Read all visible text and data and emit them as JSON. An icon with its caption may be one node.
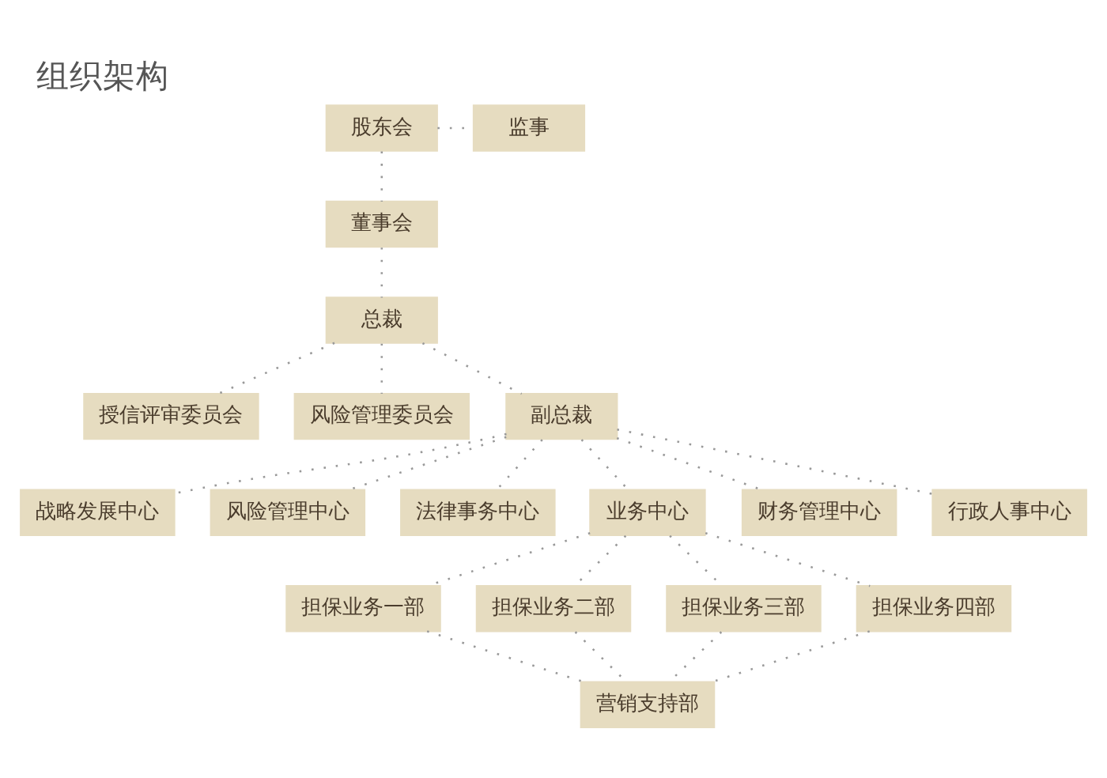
{
  "diagram": {
    "title": "组织架构",
    "nodes": [
      {
        "text": [
          "股东会"
        ]
      },
      {
        "text": [
          "监事"
        ]
      },
      {
        "text": [
          "董事会"
        ]
      },
      {
        "text": [
          "总裁"
        ]
      },
      {
        "text": [
          "授信评审委员会"
        ]
      },
      {
        "text": [
          "风险管理委员会"
        ]
      },
      {
        "text": [
          "副总裁"
        ]
      },
      {
        "text": [
          "战略发展中心"
        ]
      },
      {
        "text": [
          "风险管理中心"
        ]
      },
      {
        "text": [
          "法律事务中心"
        ]
      },
      {
        "text": [
          "业务中心"
        ]
      },
      {
        "text": [
          "财务管理中心"
        ]
      },
      {
        "text": [
          "行政人事中心"
        ]
      },
      {
        "text": [
          "担保业务一部"
        ]
      },
      {
        "text": [
          "担保业务二部"
        ]
      },
      {
        "text": [
          "担保业务三部"
        ]
      },
      {
        "text": [
          "担保业务四部"
        ]
      },
      {
        "text": [
          "营销支持部"
        ]
      }
    ],
    "edges": [
      {
        "from": 0,
        "to": 1,
        "arrow": "none"
      },
      {
        "from": 0,
        "to": 2,
        "arrow": "none"
      },
      {
        "from": 2,
        "to": 3,
        "arrow": "none"
      },
      {
        "from": 3,
        "to": 4,
        "arrow": "none"
      },
      {
        "from": 3,
        "to": 5,
        "arrow": "none"
      },
      {
        "from": 3,
        "to": 6,
        "arrow": "none"
      },
      {
        "from": 6,
        "to": 7,
        "arrow": "none"
      },
      {
        "from": 6,
        "to": 8,
        "arrow": "none"
      },
      {
        "from": 6,
        "to": 9,
        "arrow": "none"
      },
      {
        "from": 6,
        "to": 10,
        "arrow": "none"
      },
      {
        "from": 6,
        "to": 11,
        "arrow": "none"
      },
      {
        "from": 6,
        "to": 12,
        "arrow": "none"
      },
      {
        "from": 10,
        "to": 13,
        "arrow": "none"
      },
      {
        "from": 10,
        "to": 14,
        "arrow": "none"
      },
      {
        "from": 10,
        "to": 15,
        "arrow": "none"
      },
      {
        "from": 10,
        "to": 16,
        "arrow": "none"
      },
      {
        "from": 13,
        "to": 17,
        "arrow": "none"
      },
      {
        "from": 14,
        "to": 17,
        "arrow": "none"
      },
      {
        "from": 15,
        "to": 17,
        "arrow": "none"
      },
      {
        "from": 16,
        "to": 17,
        "arrow": "none"
      }
    ]
  }
}
